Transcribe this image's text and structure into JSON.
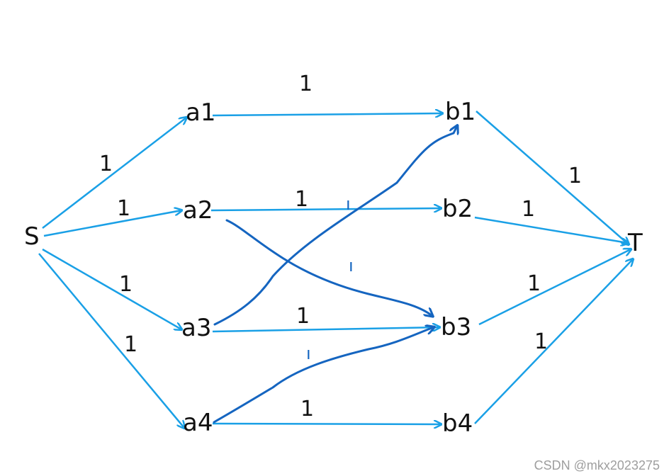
{
  "nodes": {
    "source": "S",
    "sink": "T",
    "a1": "a1",
    "a2": "a2",
    "a3": "a3",
    "a4": "a4",
    "b1": "b1",
    "b2": "b2",
    "b3": "b3",
    "b4": "b4"
  },
  "edge_weights": {
    "s_a1": "1",
    "s_a2": "1",
    "s_a3": "1",
    "s_a4": "1",
    "a1_b1": "1",
    "a2_b2": "1",
    "a3_b3": "1",
    "a4_b4": "1",
    "b1_t": "1",
    "b2_t": "1",
    "b3_t": "1",
    "b4_t": "1"
  },
  "handwritten_weights": {
    "a2_b2_mark": "ı",
    "a2_b3_mark": "ı",
    "a4_b3_mark": "ı"
  },
  "colors": {
    "edge": "#1aa0e6",
    "handwritten_edge": "#1565c0",
    "text": "#111111"
  },
  "watermark": "CSDN @mkx2023275"
}
